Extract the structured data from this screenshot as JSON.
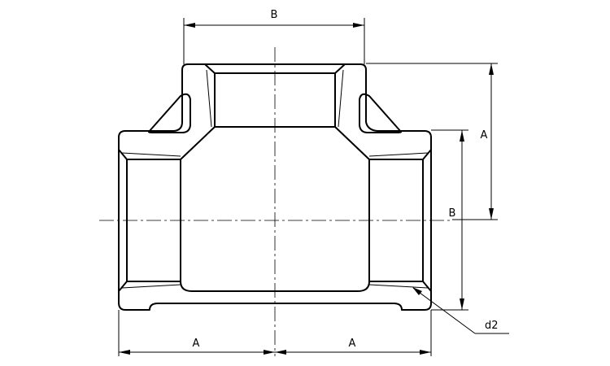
{
  "dimensions": {
    "top_width": "B",
    "right_upper_height": "A",
    "right_side_height": "B",
    "bottom_left_length": "A",
    "bottom_right_length": "A",
    "thread_callout": "d2"
  },
  "colors": {
    "line": "#000000",
    "background": "#ffffff"
  }
}
